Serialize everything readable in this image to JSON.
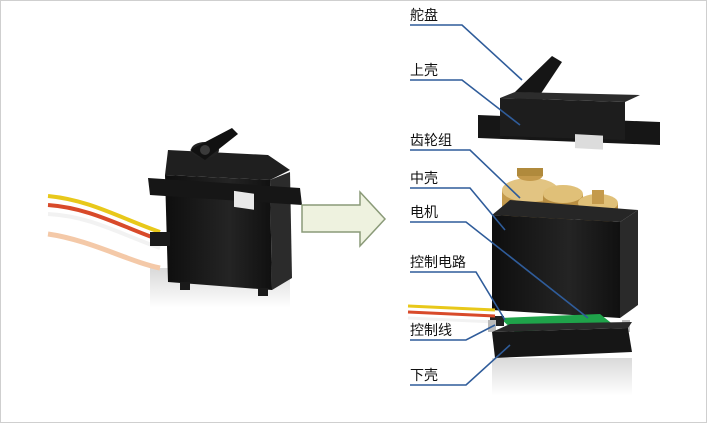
{
  "labels": {
    "horn": "舵盘",
    "upper_case": "上壳",
    "gear_set": "齿轮组",
    "middle_case": "中壳",
    "motor": "电机",
    "control_circuit": "控制电路",
    "control_wire": "控制线",
    "lower_case": "下壳"
  },
  "colors": {
    "leader_line": "#2f5c9a",
    "arrow_fill": "#eef2df",
    "arrow_stroke": "#8a9a78",
    "servo_body": "#1b1b1b",
    "gear": "#b08a3c",
    "pcb": "#1fa34a"
  },
  "icons": [
    "servo-assembled",
    "right-arrow",
    "servo-exploded"
  ]
}
